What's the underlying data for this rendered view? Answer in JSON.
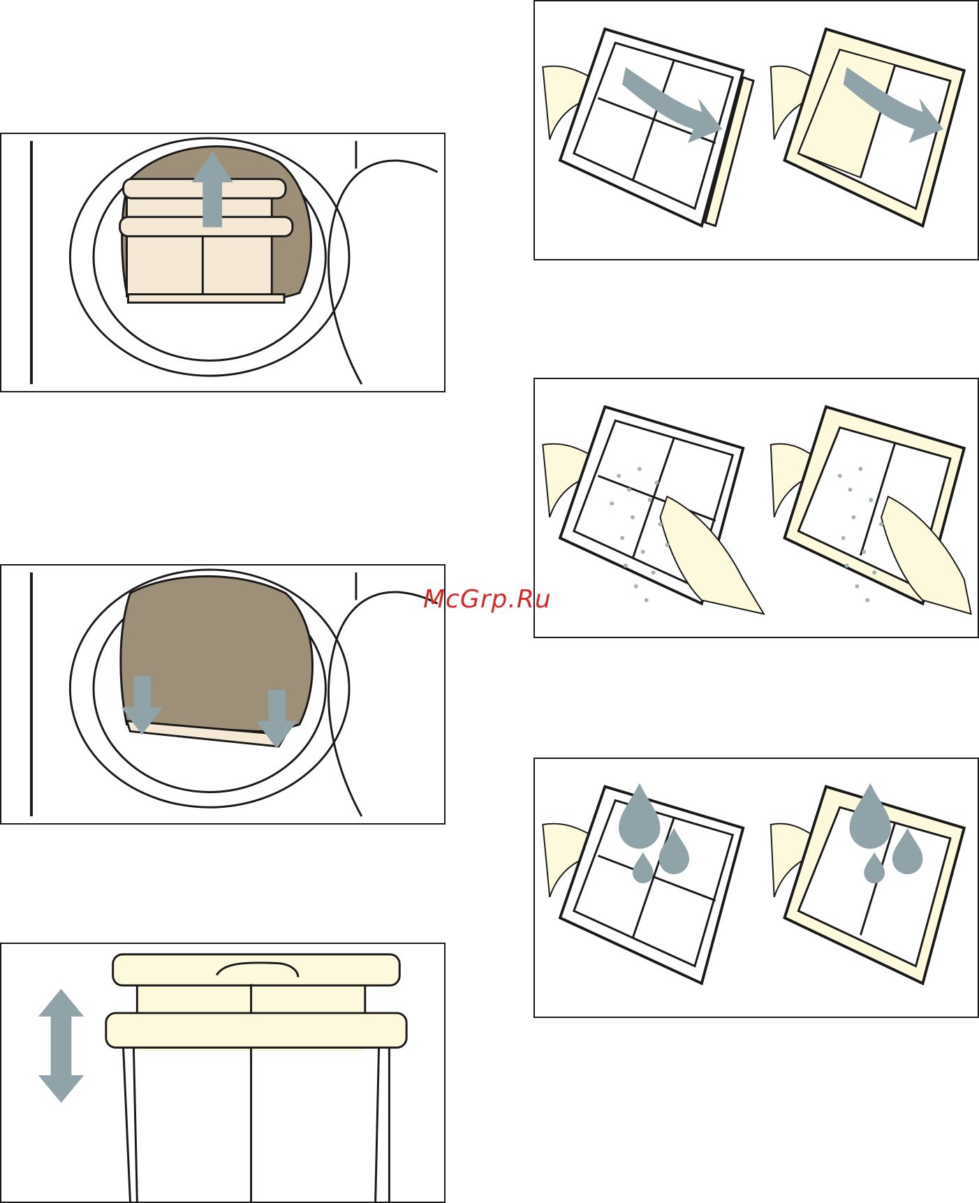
{
  "page": {
    "panels": [
      {
        "id": "remove-filter",
        "icon": "arrow-up-icon"
      },
      {
        "id": "open-filter",
        "icon": "curved-arrow-icon"
      },
      {
        "id": "clean-lint",
        "icon": "lint-particles-icon"
      },
      {
        "id": "filter-seat",
        "icon": "arrow-down-icon"
      },
      {
        "id": "rinse-filter",
        "icon": "water-drop-icon"
      },
      {
        "id": "refit-filter",
        "icon": "double-arrow-icon"
      }
    ]
  },
  "watermark": {
    "text": "McGrp.Ru",
    "color": "#d42a2a"
  },
  "colors": {
    "outline": "#1a1a1a",
    "arrow": "#8fa3a8",
    "filter_fill": "#f5e9d6",
    "filter_yellow": "#fdf9dc",
    "drum_brown": "#9e8f79",
    "lint": "#9fb5ae"
  }
}
